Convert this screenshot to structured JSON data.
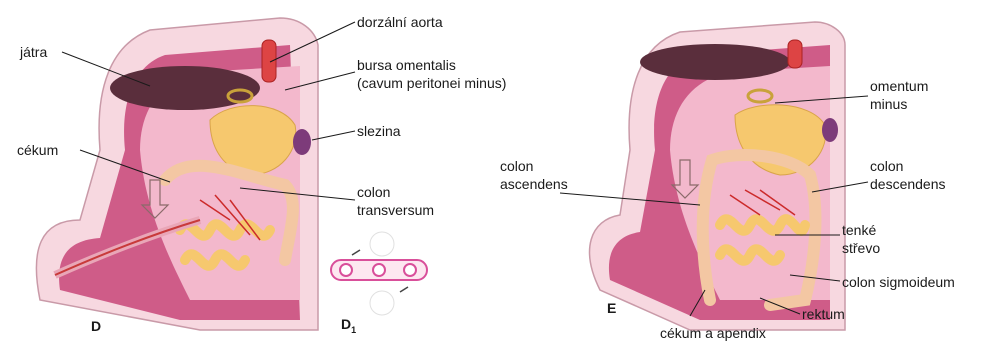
{
  "panels": {
    "d": {
      "letter": "D",
      "labels": {
        "dorzalni_aorta": "dorzální aorta",
        "bursa_line1": "bursa omentalis",
        "bursa_line2": "(cavum peritonei minus)",
        "jatra": "játra",
        "slezina": "slezina",
        "cekum": "cékum",
        "colon_t_line1": "colon",
        "colon_t_line2": "transversum"
      }
    },
    "d1": {
      "letter": "D",
      "subscript": "1"
    },
    "e": {
      "letter": "E",
      "labels": {
        "omentum_line1": "omentum",
        "omentum_line2": "minus",
        "colon_asc_line1": "colon",
        "colon_asc_line2": "ascendens",
        "colon_desc_line1": "colon",
        "colon_desc_line2": "descendens",
        "tenke_line1": "tenké",
        "tenke_line2": "střevo",
        "colon_sigmoideum": "colon sigmoideum",
        "rektum": "rektum",
        "cekum_apendix": "cékum a apendix"
      }
    }
  },
  "colors": {
    "body_wall": "#f6d3dc",
    "cavity": "#c7497a",
    "liver": "#5a2e3c",
    "intestine": "#f6c86e",
    "colon": "#f3c7a3",
    "vessel": "#cc2b2b",
    "spleen": "#7d3b7a"
  }
}
